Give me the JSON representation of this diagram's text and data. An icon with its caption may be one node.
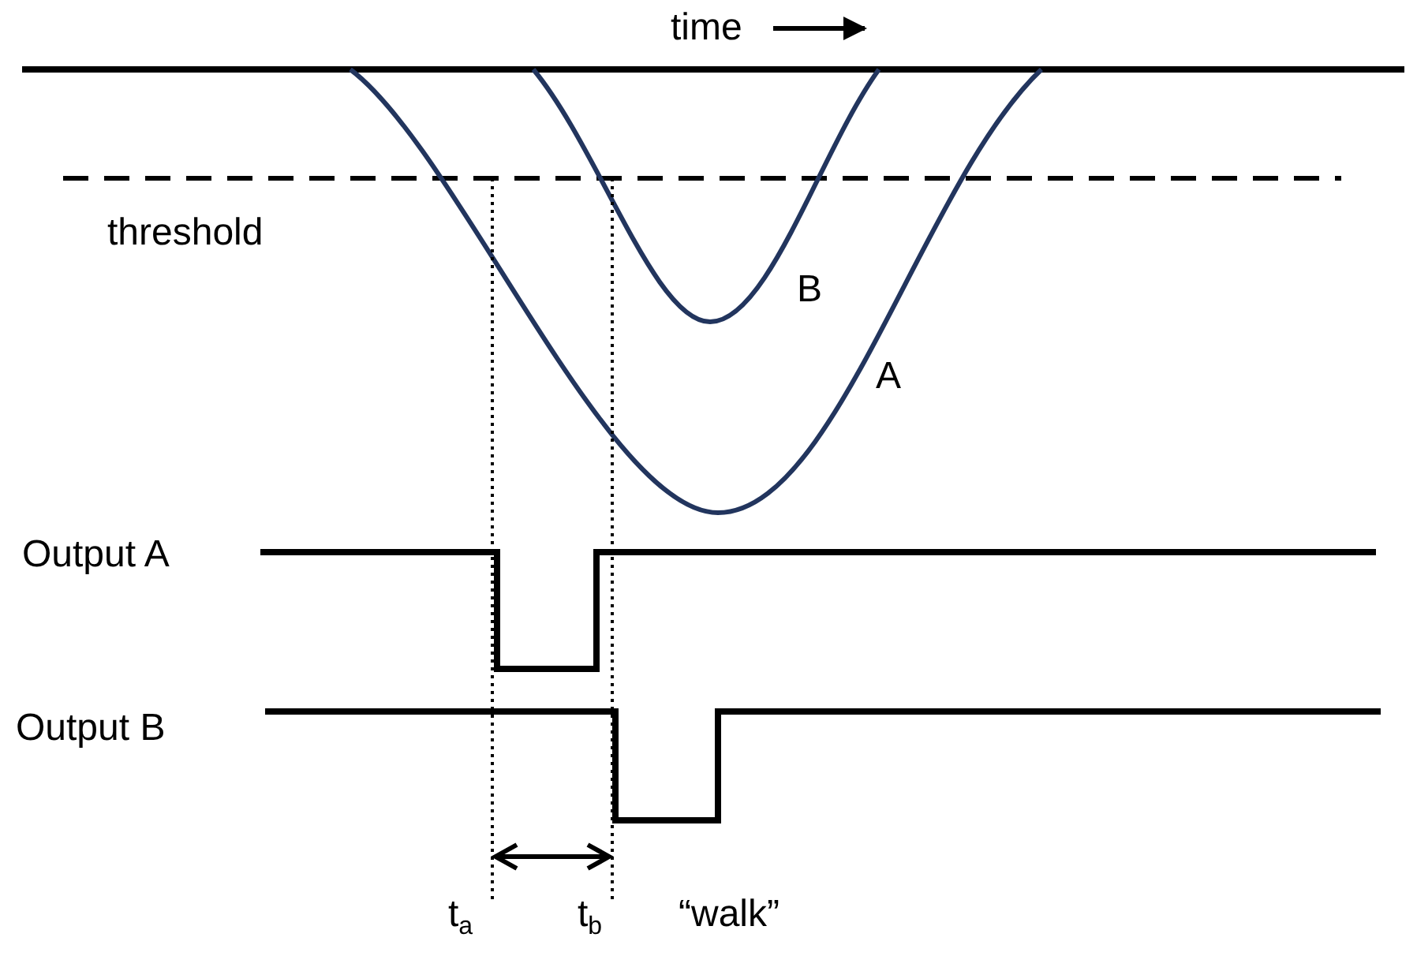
{
  "diagram": {
    "labels": [
      "time",
      "threshold",
      "B",
      "A",
      "Output A",
      "Output B",
      "t$_{a}$",
      "t$_{b}$",
      "“walk”"
    ]
  }
}
